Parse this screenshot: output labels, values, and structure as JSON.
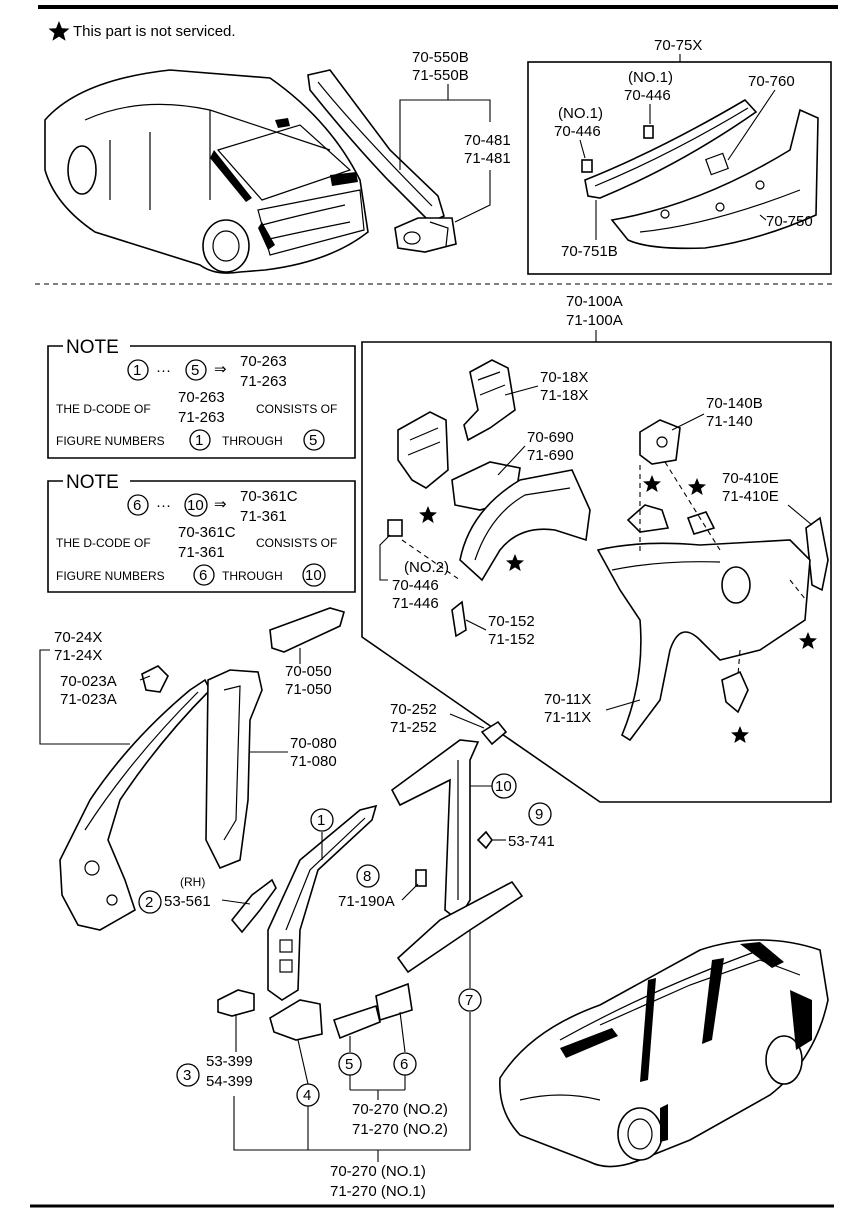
{
  "legend": {
    "star_note": "This part is not serviced."
  },
  "top_left": {
    "pillar_label_1": "70-550B",
    "pillar_label_2": "71-550B",
    "bracket_label_1": "70-481",
    "bracket_label_2": "71-481"
  },
  "rear_panel": {
    "group": "70-75X",
    "no1_a": "(NO.1)",
    "clip_a": "70-446",
    "no1_b": "(NO.1)",
    "clip_b": "70-446",
    "p760": "70-760",
    "p750": "70-750",
    "p751": "70-751B"
  },
  "note1": {
    "heading": "NOTE",
    "start": "1",
    "end": "5",
    "code_1": "70-263",
    "code_2": "71-263",
    "line_a": "THE D-CODE OF",
    "line_a_code1": "70-263",
    "line_a_code2": "71-263",
    "consists": "CONSISTS OF",
    "fig_numbers": "FIGURE NUMBERS",
    "through": "THROUGH"
  },
  "note2": {
    "heading": "NOTE",
    "start": "6",
    "end": "10",
    "code_1": "70-361C",
    "code_2": "71-361",
    "line_a": "THE D-CODE OF",
    "line_a_code1": "70-361C",
    "line_a_code2": "71-361",
    "consists": "CONSISTS OF",
    "fig_numbers": "FIGURE NUMBERS",
    "through": "THROUGH"
  },
  "quarter": {
    "group_1": "70-100A",
    "group_2": "71-100A",
    "p18x_1": "70-18X",
    "p18x_2": "71-18X",
    "p690_1": "70-690",
    "p690_2": "71-690",
    "p140_1": "70-140B",
    "p140_2": "71-140",
    "p410_1": "70-410E",
    "p410_2": "71-410E",
    "no2": "(NO.2)",
    "clip_1": "70-446",
    "clip_2": "71-446",
    "p152_1": "70-152",
    "p152_2": "71-152",
    "p11x_1": "70-11X",
    "p11x_2": "71-11X"
  },
  "pillars": {
    "p24x_1": "70-24X",
    "p24x_2": "71-24X",
    "p023_1": "70-023A",
    "p023_2": "71-023A",
    "p050_1": "70-050",
    "p050_2": "71-050",
    "p080_1": "70-080",
    "p080_2": "71-080",
    "p252_1": "70-252",
    "p252_2": "71-252",
    "rh": "(RH)",
    "p561": "53-561",
    "p741": "53-741",
    "p190": "71-190A",
    "p399_1": "53-399",
    "p399_2": "54-399",
    "p270n2_1": "70-270 (NO.2)",
    "p270n2_2": "71-270 (NO.2)",
    "p270n1_1": "70-270 (NO.1)",
    "p270n1_2": "71-270 (NO.1)"
  },
  "callouts": {
    "c1": "1",
    "c2": "2",
    "c3": "3",
    "c4": "4",
    "c5": "5",
    "c6": "6",
    "c7": "7",
    "c8": "8",
    "c9": "9",
    "c10": "10"
  }
}
